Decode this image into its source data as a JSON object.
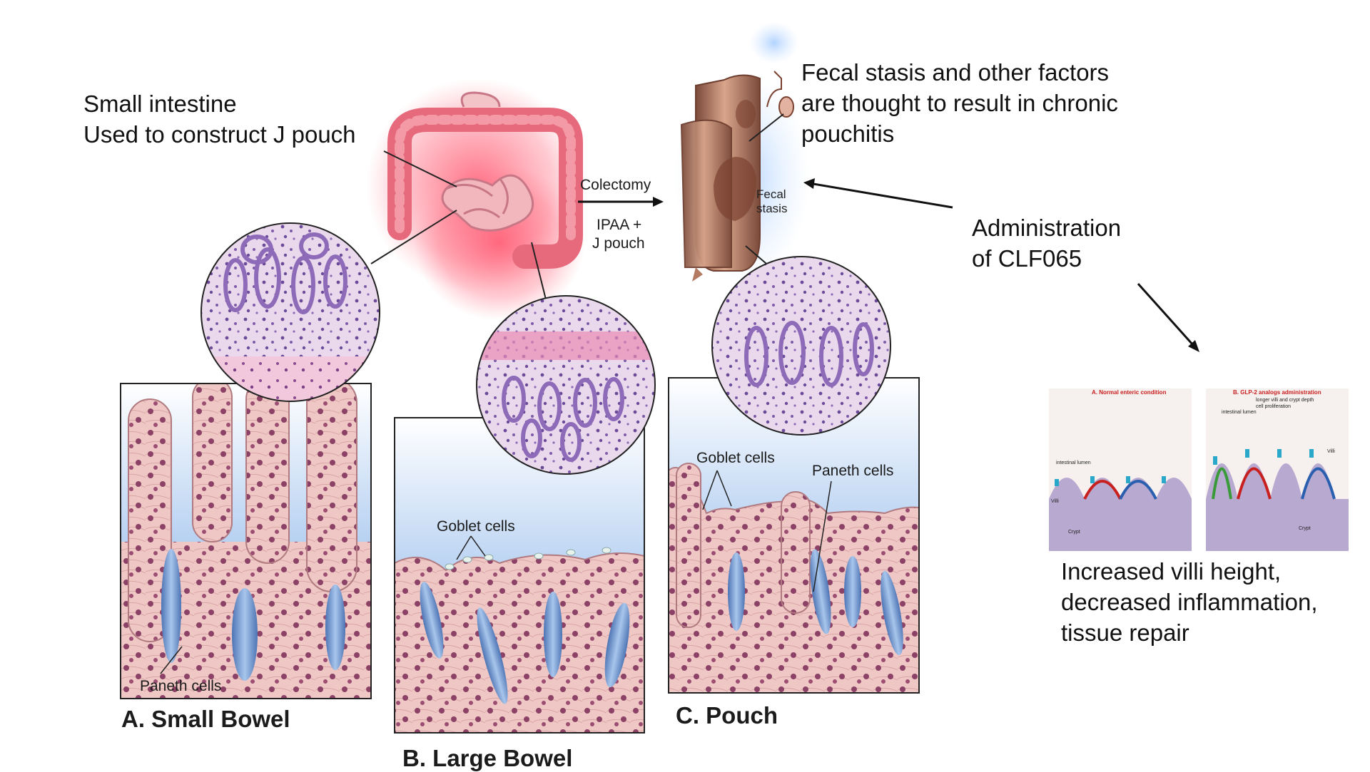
{
  "annotations": {
    "small_intestine_line1": "Small intestine",
    "small_intestine_line2": "Used to construct J pouch",
    "fecal_line1": "Fecal stasis and other factors",
    "fecal_line2": "are thought to result in chronic",
    "fecal_line3": "pouchitis",
    "admin_line1": "Administration",
    "admin_line2": "of CLF065",
    "result_line1": "Increased villi height,",
    "result_line2": "decreased inflammation,",
    "result_line3": "tissue repair"
  },
  "figure": {
    "colectomy": "Colectomy",
    "ipaa_line1": "IPAA +",
    "ipaa_line2": "J pouch",
    "fecal_stasis_line1": "Fecal",
    "fecal_stasis_line2": "stasis",
    "goblet_cells_b": "Goblet cells",
    "goblet_cells_c": "Goblet cells",
    "paneth_cells_a": "Paneth cells",
    "paneth_cells_c": "Paneth cells",
    "panel_a": "A. Small Bowel",
    "panel_b": "B. Large Bowel",
    "panel_c": "C. Pouch"
  },
  "inset": {
    "panel_a_title": "A. Normal enteric condition",
    "panel_b_title": "B. GLP-2 analogs administration",
    "panel_b_note1": "longer villi and crypt depth",
    "panel_b_note2": "cell proliferation",
    "lumen_a": "intestinal lumen",
    "lumen_b": "intestinal lumen",
    "villi_a": "Villi",
    "villi_b": "Villi",
    "crypt_a": "Crypt",
    "crypt_b": "Crypt"
  },
  "colors": {
    "tissue": "#efc6c4",
    "nucleus": "#8a3f63",
    "lumen_blue": "#6e9bd6",
    "histology": "#b9a0cf",
    "colon_glow": "#e8506a",
    "pouch_brown": "#a66a50",
    "inset_red": "#c8201f",
    "inset_teal": "#29a8c9",
    "inset_base": "#b7a9cf"
  }
}
